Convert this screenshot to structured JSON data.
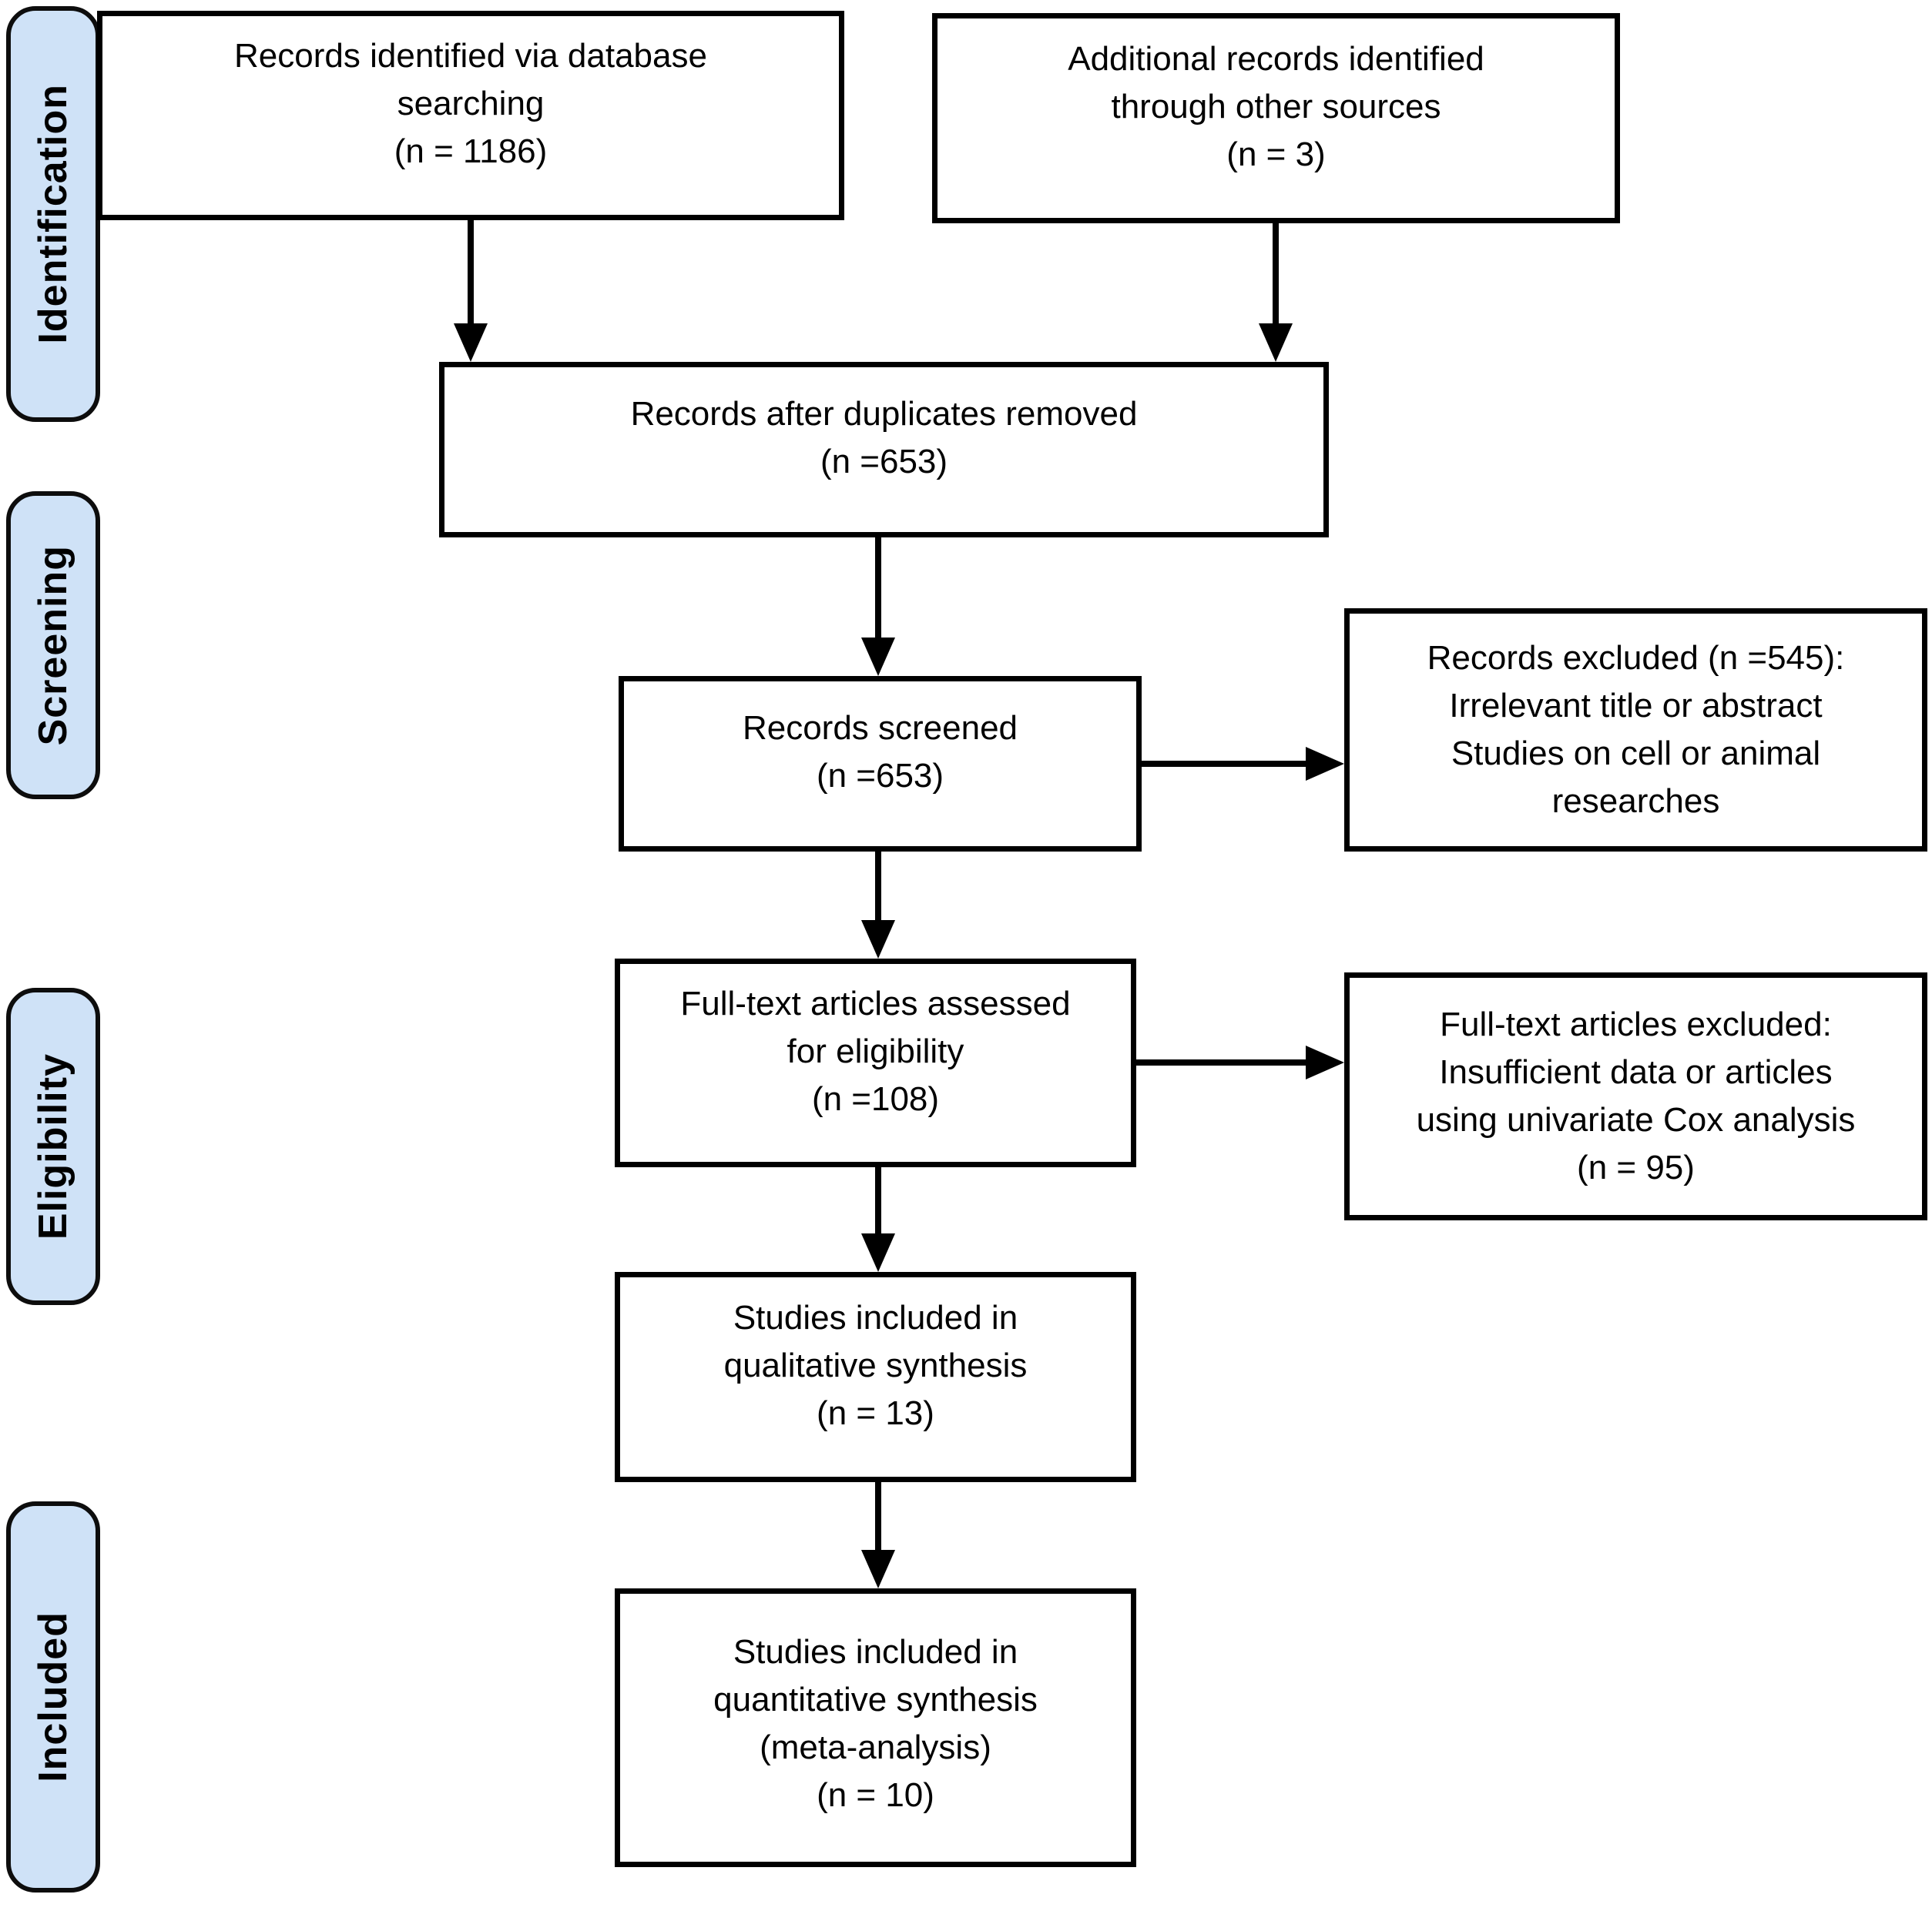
{
  "sidebar": {
    "items": [
      {
        "label": "Identification"
      },
      {
        "label": "Screening"
      },
      {
        "label": "Eligibility"
      },
      {
        "label": "Included"
      }
    ]
  },
  "boxes": {
    "identified_db": {
      "text": "Records identified via database\nsearching\n(n = 1186)"
    },
    "additional_sources": {
      "text": "Additional records identified\nthrough other sources\n(n = 3)"
    },
    "after_duplicates": {
      "text": "Records after duplicates removed\n(n =653)"
    },
    "screened": {
      "text": "Records screened\n(n =653)"
    },
    "records_excluded": {
      "text": "Records excluded (n =545):\nIrrelevant title or abstract\nStudies on cell or animal\nresearches"
    },
    "fulltext_assessed": {
      "text": "Full-text articles assessed\nfor eligibility\n(n =108)"
    },
    "fulltext_excluded": {
      "text": "Full-text articles excluded:\nInsufficient data or articles\nusing univariate Cox analysis\n(n = 95)"
    },
    "qualitative": {
      "text": "Studies included in\nqualitative synthesis\n(n = 13)"
    },
    "quantitative": {
      "text": "Studies included in\nquantitative synthesis\n(meta-analysis)\n(n = 10)"
    }
  },
  "counts": {
    "identified_db": 1186,
    "additional_sources": 3,
    "after_duplicates": 653,
    "screened": 653,
    "records_excluded": 545,
    "fulltext_assessed": 108,
    "fulltext_excluded": 95,
    "qualitative": 13,
    "quantitative": 10
  },
  "colors": {
    "stage_fill": "#cfe2f7",
    "stage_border": "#0d0d0d",
    "box_fill": "#ffffff",
    "box_border": "#000000",
    "line": "#000000"
  }
}
